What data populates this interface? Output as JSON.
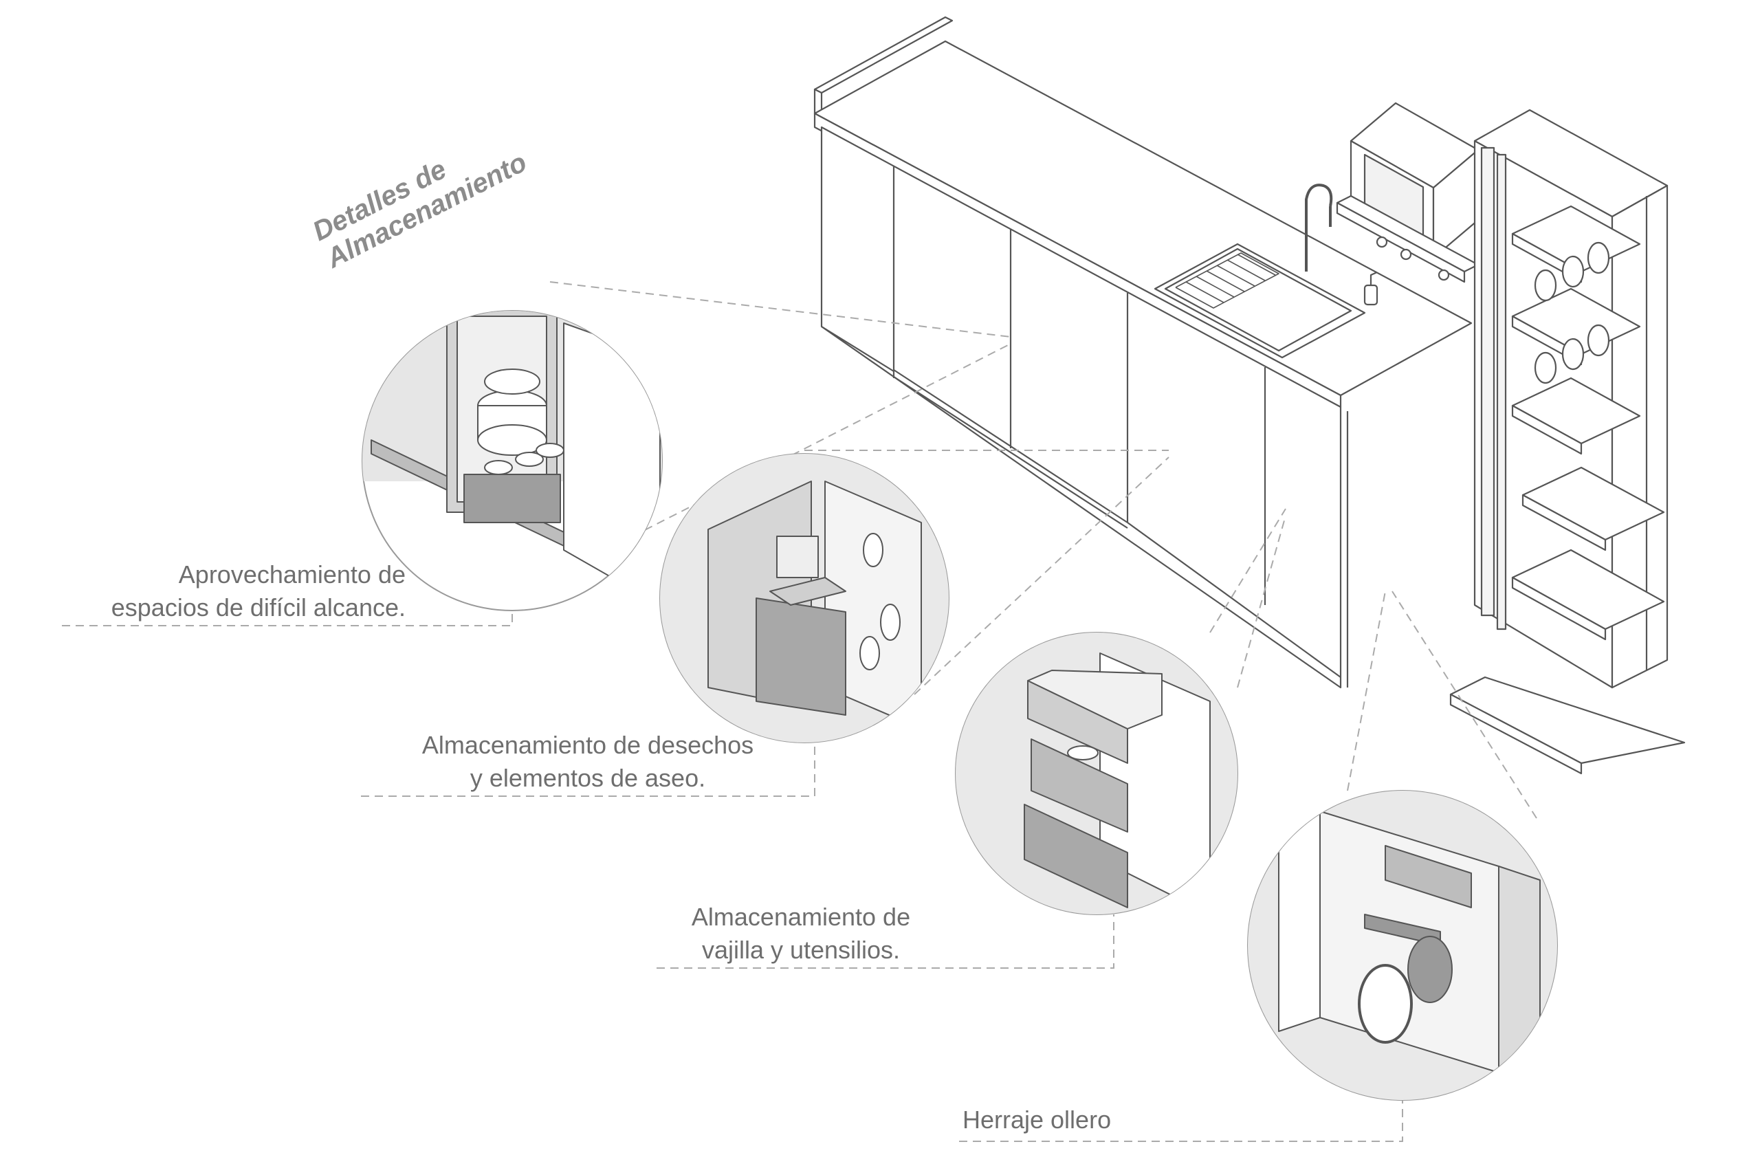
{
  "heading": {
    "line1": "Detalles de",
    "line2": "Almacenamiento"
  },
  "callouts": [
    {
      "lines": [
        "Aprovechamiento de",
        "espacios de difícil alcance."
      ]
    },
    {
      "lines": [
        "Almacenamiento de desechos",
        "y elementos de aseo."
      ]
    },
    {
      "lines": [
        "Almacenamiento de",
        "vajilla y utensilios."
      ]
    },
    {
      "lines": [
        "Herraje ollero"
      ]
    }
  ],
  "colors": {
    "line": "#555555",
    "fill": "#ffffff",
    "cabinet_interior": "#d9d9d9",
    "drawer_front": "#b5b5b5",
    "dash": "#aaaaaa",
    "label_text": "#6e6e6e",
    "heading_text": "#8c8c8c"
  }
}
